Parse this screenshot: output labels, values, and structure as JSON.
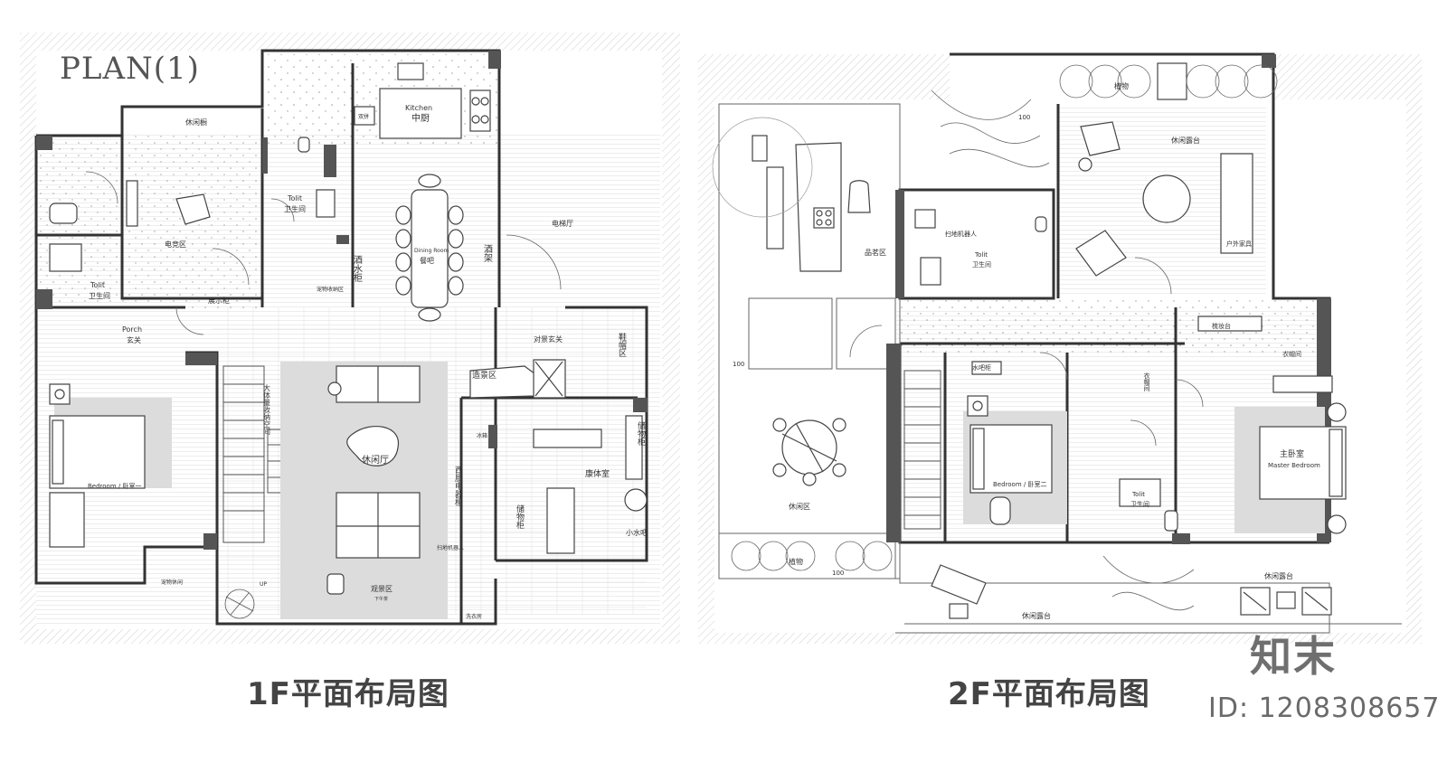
{
  "plan_tag": "PLAN(1)",
  "floor1": {
    "title": "1F平面布局图",
    "rooms": {
      "leisure_cab": "休闲橱",
      "kitchen_en": "Kitchen",
      "kitchen_cn": "中厨",
      "dual_sink": "双拼",
      "toilet_a_en": "Tolit",
      "toilet_a_cn": "卫生间",
      "toilet_b_en": "Tolit",
      "toilet_b_cn": "卫生间",
      "esports": "电竞区",
      "display_cab": "展示柜",
      "dining_en": "Dining Room",
      "dining_cn": "餐吧",
      "wine_cab": "酒水柜",
      "wine_rack": "酒架",
      "elevator": "电梯厅",
      "porch_en": "Porch",
      "porch_cn": "玄关",
      "pet_cab": "宠物收纳区",
      "entry_view": "对景玄关",
      "shoe_cab": "鞋帽区",
      "landscape": "造景区",
      "storage_big": "大体量收纳空间",
      "living": "休闲厅",
      "fridge": "冰箱",
      "western_kitchen": "西厨电器柜",
      "fitness": "康体室",
      "storage_cab": "储物柜",
      "storage_cab2": "储物柜",
      "bedroom1": "Bedroom / 卧室一",
      "mini_bar": "小水吧",
      "robot": "扫地机器人",
      "view_zone": "观景区",
      "view_sub": "下午茶",
      "pet_space": "宠物休闲",
      "laundry": "洗衣房",
      "up": "UP"
    }
  },
  "floor2": {
    "title": "2F平面布局图",
    "rooms": {
      "plants_top": "植物",
      "terrace_top": "休闲露台",
      "outdoor_furn": "户外家具",
      "tea_zone": "品茗区",
      "robot": "扫地机器人",
      "toilet_en": "Tolit",
      "toilet_cn": "卫生间",
      "vanity": "梳妆台",
      "wardrobe": "衣帽间",
      "wardrobe2": "衣帽间",
      "icebar": "水吧柜",
      "bedroom2": "Bedroom / 卧室二",
      "master_cn": "主卧室",
      "master_en": "Master Bedroom",
      "toilet2_en": "Tolit",
      "toilet2_cn": "卫生间",
      "leisure": "休闲区",
      "plants_bottom": "植物",
      "terrace_bottom": "休闲露台",
      "terrace_right": "休闲露台",
      "dim_100_a": "100",
      "dim_100_b": "100",
      "dim_100_c": "100"
    }
  },
  "watermark": {
    "brand": "知末",
    "id": "ID: 1208308657"
  }
}
